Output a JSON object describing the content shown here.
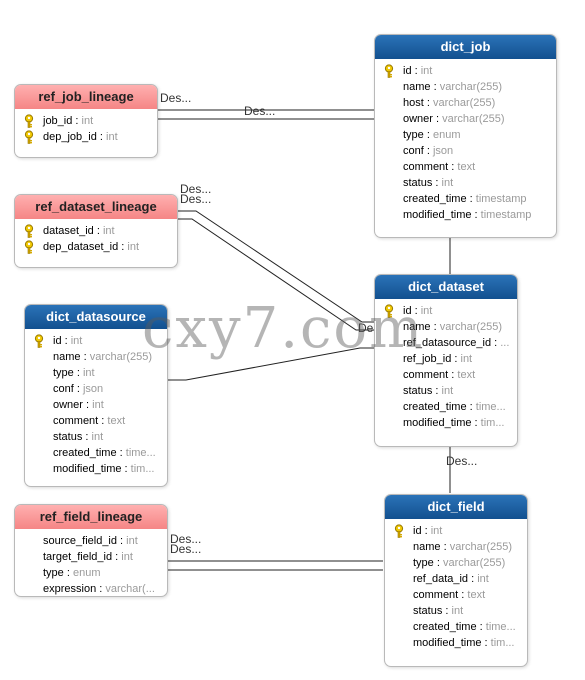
{
  "tables": {
    "dict_job": {
      "name": "dict_job",
      "fields": [
        {
          "name": "id",
          "type": "int",
          "key": true
        },
        {
          "name": "name",
          "type": "varchar(255)"
        },
        {
          "name": "host",
          "type": "varchar(255)"
        },
        {
          "name": "owner",
          "type": "varchar(255)"
        },
        {
          "name": "type",
          "type": "enum"
        },
        {
          "name": "conf",
          "type": "json"
        },
        {
          "name": "comment",
          "type": "text"
        },
        {
          "name": "status",
          "type": "int"
        },
        {
          "name": "created_time",
          "type": "timestamp"
        },
        {
          "name": "modified_time",
          "type": "timestamp"
        }
      ]
    },
    "ref_job_lineage": {
      "name": "ref_job_lineage",
      "fields": [
        {
          "name": "job_id",
          "type": "int",
          "key": true
        },
        {
          "name": "dep_job_id",
          "type": "int",
          "key": true
        }
      ]
    },
    "ref_dataset_lineage": {
      "name": "ref_dataset_lineage",
      "fields": [
        {
          "name": "dataset_id",
          "type": "int",
          "key": true
        },
        {
          "name": "dep_dataset_id",
          "type": "int",
          "key": true
        }
      ]
    },
    "dict_datasource": {
      "name": "dict_datasource",
      "fields": [
        {
          "name": "id",
          "type": "int",
          "key": true
        },
        {
          "name": "name",
          "type": "varchar(255)"
        },
        {
          "name": "type",
          "type": "int"
        },
        {
          "name": "conf",
          "type": "json"
        },
        {
          "name": "owner",
          "type": "int"
        },
        {
          "name": "comment",
          "type": "text"
        },
        {
          "name": "status",
          "type": "int"
        },
        {
          "name": "created_time",
          "type": "time..."
        },
        {
          "name": "modified_time",
          "type": "tim..."
        }
      ]
    },
    "dict_dataset": {
      "name": "dict_dataset",
      "fields": [
        {
          "name": "id",
          "type": "int",
          "key": true
        },
        {
          "name": "name",
          "type": "varchar(255)"
        },
        {
          "name": "ref_datasource_id",
          "type": "..."
        },
        {
          "name": "ref_job_id",
          "type": "int"
        },
        {
          "name": "comment",
          "type": "text"
        },
        {
          "name": "status",
          "type": "int"
        },
        {
          "name": "created_time",
          "type": "time..."
        },
        {
          "name": "modified_time",
          "type": "tim..."
        }
      ]
    },
    "ref_field_lineage": {
      "name": "ref_field_lineage",
      "fields": [
        {
          "name": "source_field_id",
          "type": "int"
        },
        {
          "name": "target_field_id",
          "type": "int"
        },
        {
          "name": "type",
          "type": "enum"
        },
        {
          "name": "expression",
          "type": "varchar(..."
        }
      ]
    },
    "dict_field": {
      "name": "dict_field",
      "fields": [
        {
          "name": "id",
          "type": "int",
          "key": true
        },
        {
          "name": "name",
          "type": "varchar(255)"
        },
        {
          "name": "type",
          "type": "varchar(255)"
        },
        {
          "name": "ref_data_id",
          "type": "int"
        },
        {
          "name": "comment",
          "type": "text"
        },
        {
          "name": "status",
          "type": "int"
        },
        {
          "name": "created_time",
          "type": "time..."
        },
        {
          "name": "modified_time",
          "type": "tim..."
        }
      ]
    }
  },
  "relation_labels": {
    "job_lineage_1": "Des...",
    "job_lineage_2": "Des...",
    "dataset_lineage_1": "Des...",
    "dataset_lineage_2": "Des...",
    "dataset_link": "Des...",
    "field_link": "Des...",
    "field_lineage_1": "Des...",
    "field_lineage_2": "Des..."
  },
  "watermark": "cxy7.com",
  "colors": {
    "entity_header": "#1a5fa3",
    "relation_header": "#f89a9a",
    "key_icon": "#e8c000",
    "field_type": "#9a9a9a"
  }
}
